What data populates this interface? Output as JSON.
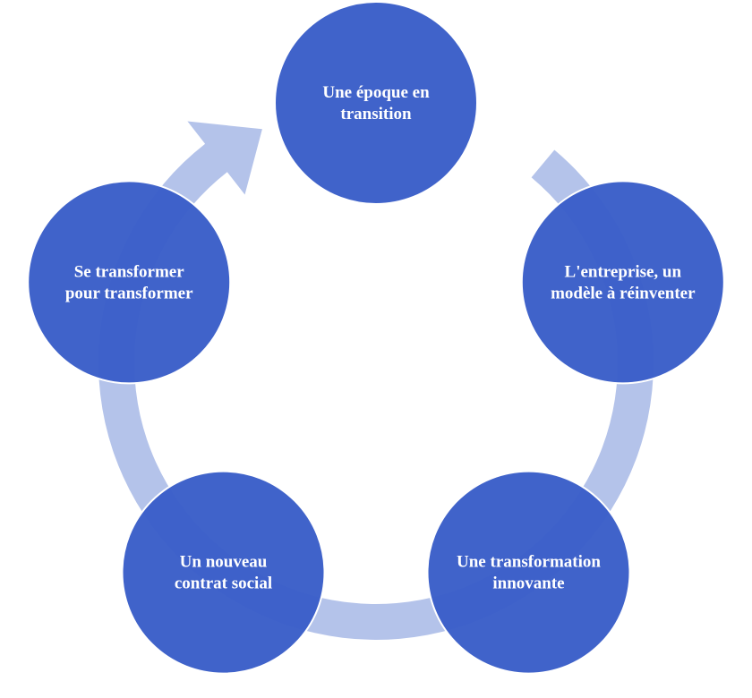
{
  "colors": {
    "node_fill": "#3a5ec8",
    "node_stroke": "#ffffff",
    "ring": "#b4c3ea",
    "label": "#ffffff"
  },
  "nodes": [
    {
      "id": "epoque",
      "lines": [
        "Une époque en",
        "transition"
      ]
    },
    {
      "id": "entreprise",
      "lines": [
        "L'entreprise, un",
        "modèle à réinventer"
      ]
    },
    {
      "id": "transformation",
      "lines": [
        "Une transformation",
        "innovante"
      ]
    },
    {
      "id": "contrat",
      "lines": [
        "Un nouveau",
        "contrat social"
      ]
    },
    {
      "id": "transformer",
      "lines": [
        "Se transformer",
        "pour transformer"
      ]
    }
  ]
}
